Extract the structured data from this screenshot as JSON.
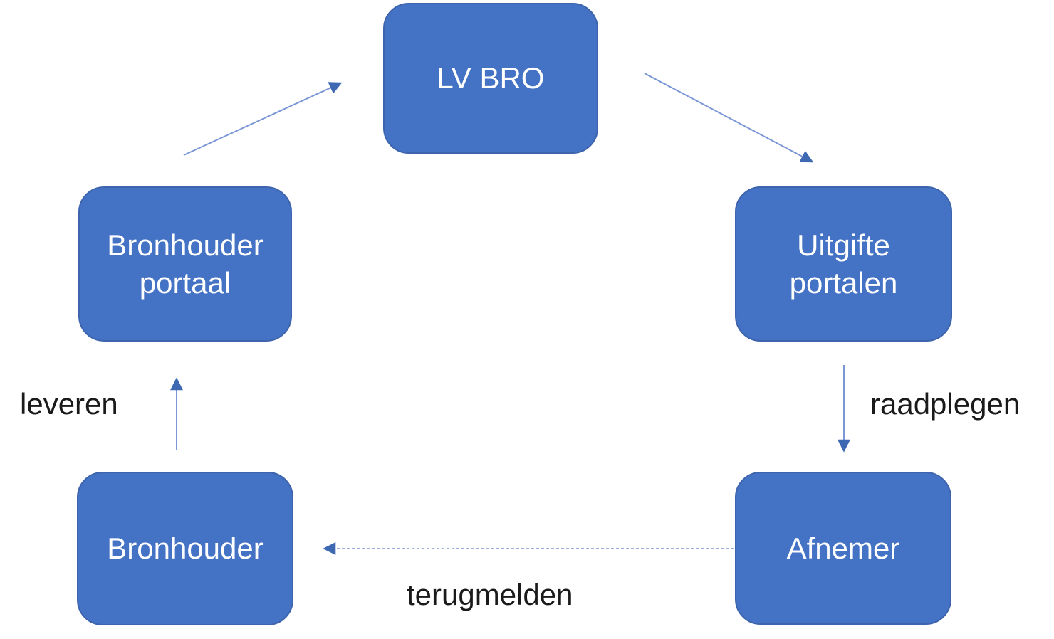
{
  "diagram": {
    "nodes": [
      {
        "id": "lv-bro",
        "label": "LV BRO"
      },
      {
        "id": "bronhouder-portaal",
        "label": "Bronhouder portaal"
      },
      {
        "id": "uitgifte-portalen",
        "label": "Uitgifte portalen"
      },
      {
        "id": "bronhouder",
        "label": "Bronhouder"
      },
      {
        "id": "afnemer",
        "label": "Afnemer"
      }
    ],
    "edges": [
      {
        "from": "bronhouder",
        "to": "bronhouder-portaal",
        "label": "leveren",
        "style": "solid",
        "direction": "up"
      },
      {
        "from": "bronhouder-portaal",
        "to": "lv-bro",
        "label": "",
        "style": "solid",
        "direction": "up-right"
      },
      {
        "from": "lv-bro",
        "to": "uitgifte-portalen",
        "label": "",
        "style": "solid",
        "direction": "down-right"
      },
      {
        "from": "uitgifte-portalen",
        "to": "afnemer",
        "label": "raadplegen",
        "style": "solid",
        "direction": "down"
      },
      {
        "from": "afnemer",
        "to": "bronhouder",
        "label": "terugmelden",
        "style": "dashed",
        "direction": "left"
      }
    ],
    "colors": {
      "node_fill": "#4472C4",
      "node_border": "#3D64AD",
      "node_text": "#FFFFFF",
      "arrow_line": "#7B97D6",
      "arrow_line_dashed": "#8FA5DA",
      "arrow_head": "#3F68B3",
      "label_text": "#1A1A1A",
      "background": "#FFFFFF"
    }
  }
}
